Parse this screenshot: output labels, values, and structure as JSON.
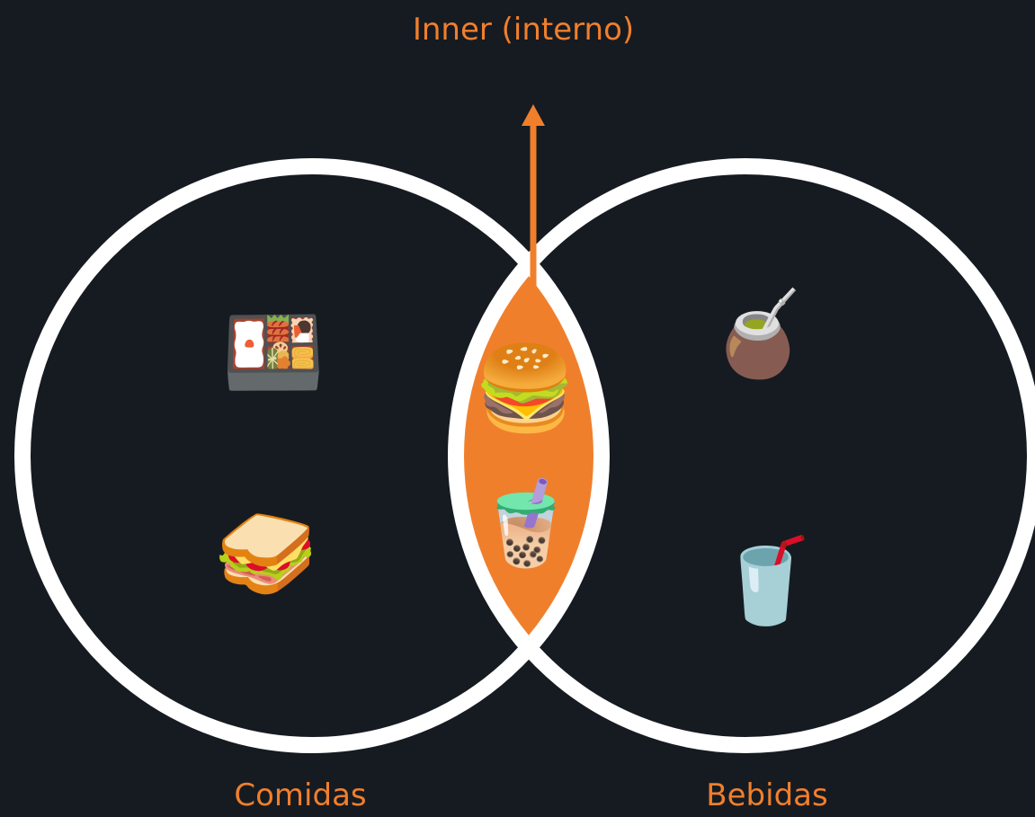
{
  "diagram": {
    "title": "Inner (interno)",
    "left_set": {
      "label": "Comidas",
      "items": [
        {
          "name": "bento box",
          "emoji": "🍱"
        },
        {
          "name": "sandwich",
          "emoji": "🥪"
        }
      ]
    },
    "right_set": {
      "label": "Bebidas",
      "items": [
        {
          "name": "mate",
          "emoji": "🧉"
        },
        {
          "name": "cup with straw",
          "emoji": "🥤"
        }
      ]
    },
    "intersection": {
      "items": [
        {
          "name": "hamburger",
          "emoji": "🍔"
        },
        {
          "name": "bubble tea",
          "emoji": "🧋"
        }
      ]
    }
  },
  "colors": {
    "background": "#161b22",
    "circle_stroke": "#ffffff",
    "accent": "#f07f2c"
  }
}
